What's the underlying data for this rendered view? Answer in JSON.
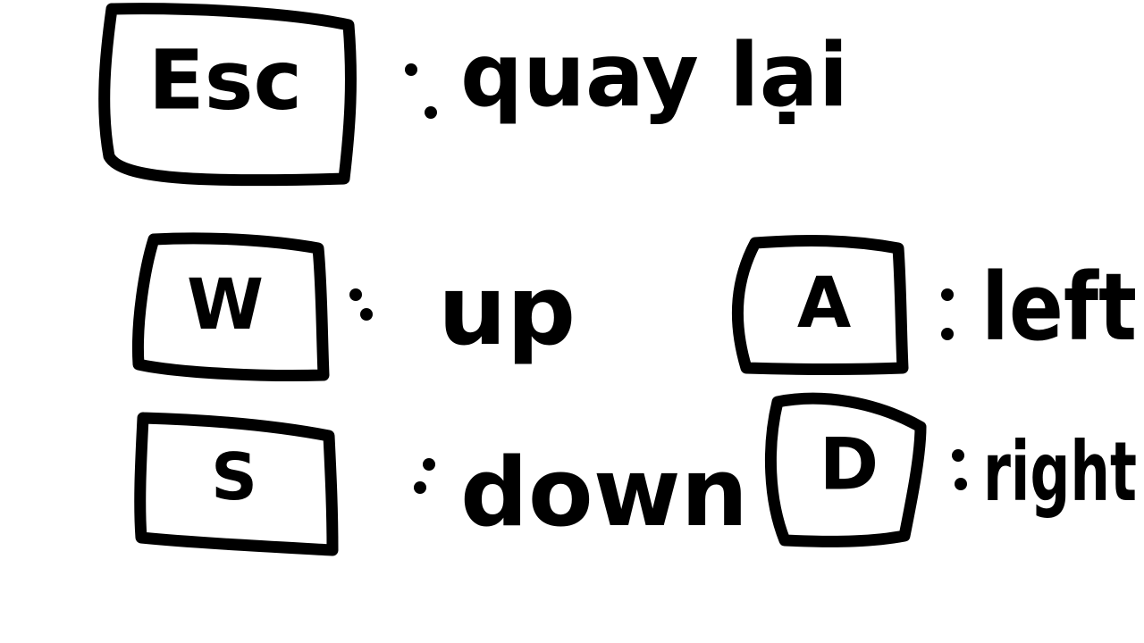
{
  "bindings": [
    {
      "key": "Esc",
      "action": "quay lại"
    },
    {
      "key": "W",
      "action": "up"
    },
    {
      "key": "S",
      "action": "down"
    },
    {
      "key": "A",
      "action": "left"
    },
    {
      "key": "D",
      "action": "right"
    }
  ],
  "separator": ":",
  "colors": {
    "ink": "#000000",
    "background": "#ffffff"
  }
}
